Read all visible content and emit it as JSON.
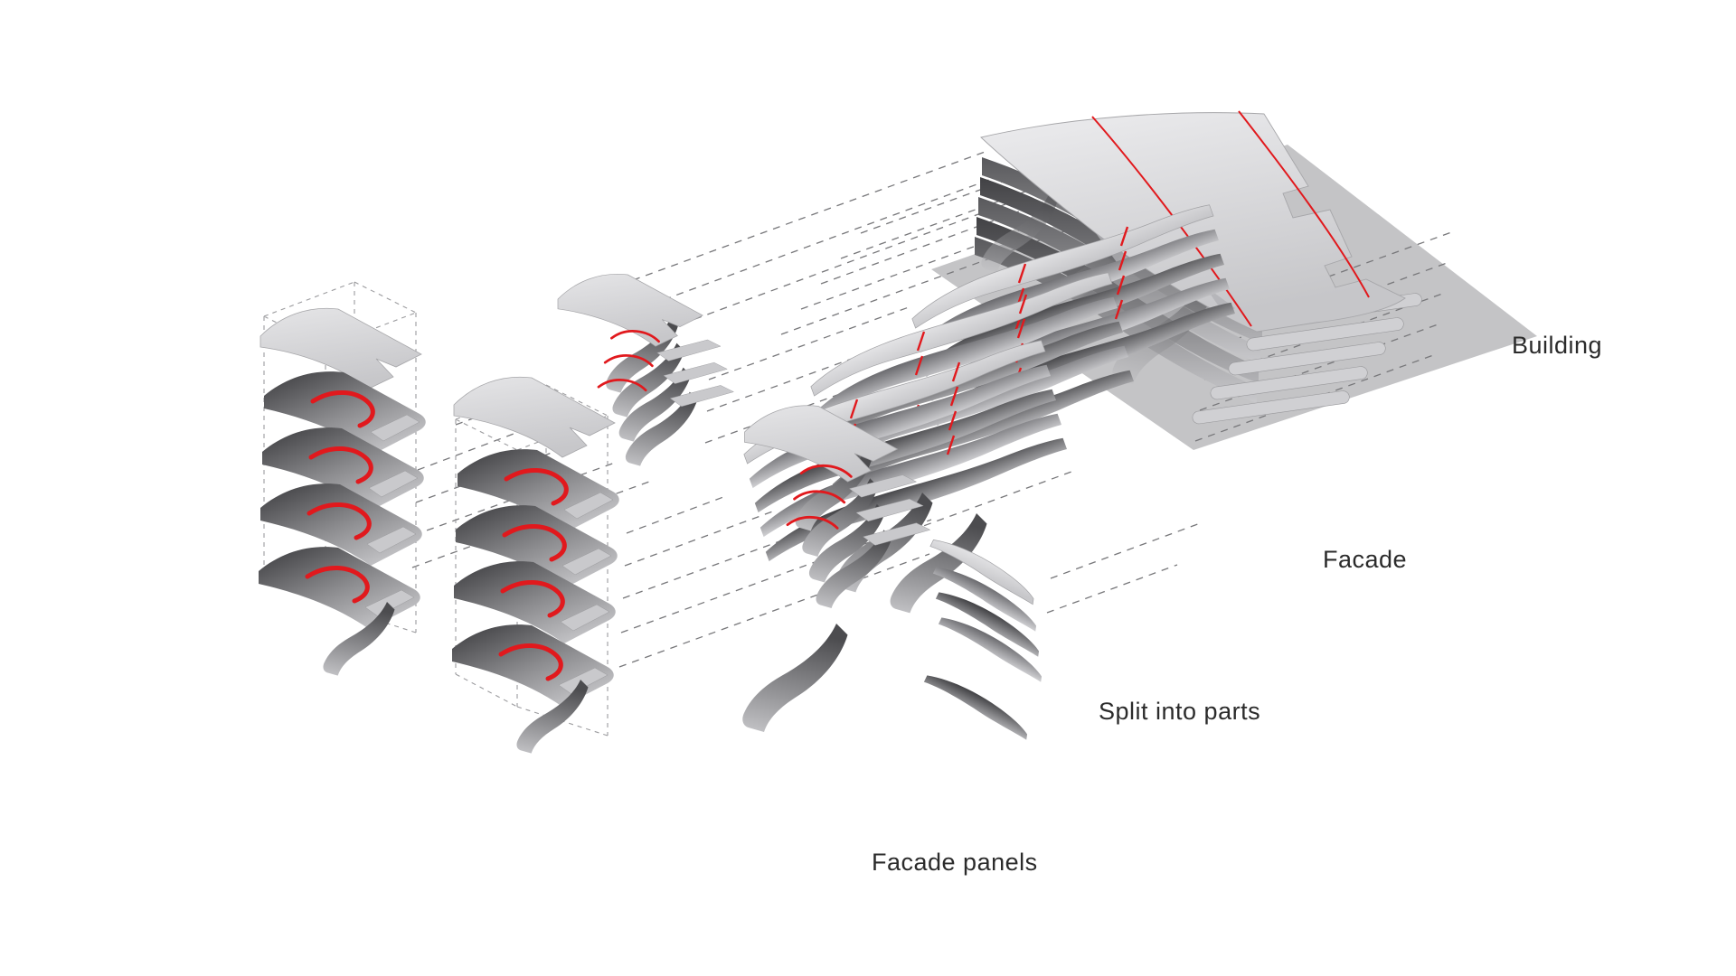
{
  "colors": {
    "bg": "#ffffff",
    "accent-red": "#e1191d",
    "label-text": "#2b2b2b",
    "ground-shadow": "#b7b7ba",
    "dash-line": "#77777a"
  },
  "labels": {
    "building": "Building",
    "facade": "Facade",
    "split_into_parts": "Split into parts",
    "facade_panels": "Facade panels"
  },
  "diagram": {
    "stages": [
      {
        "id": "facade-panels",
        "label": "Facade panels",
        "panel_columns": 2,
        "panels_per_column": 5
      },
      {
        "id": "split-into-parts",
        "label": "Split into parts",
        "stacks": 3
      },
      {
        "id": "facade",
        "label": "Facade",
        "segments": 3,
        "layers_per_segment": 5
      },
      {
        "id": "building",
        "label": "Building",
        "floor_layers": 6
      }
    ]
  }
}
